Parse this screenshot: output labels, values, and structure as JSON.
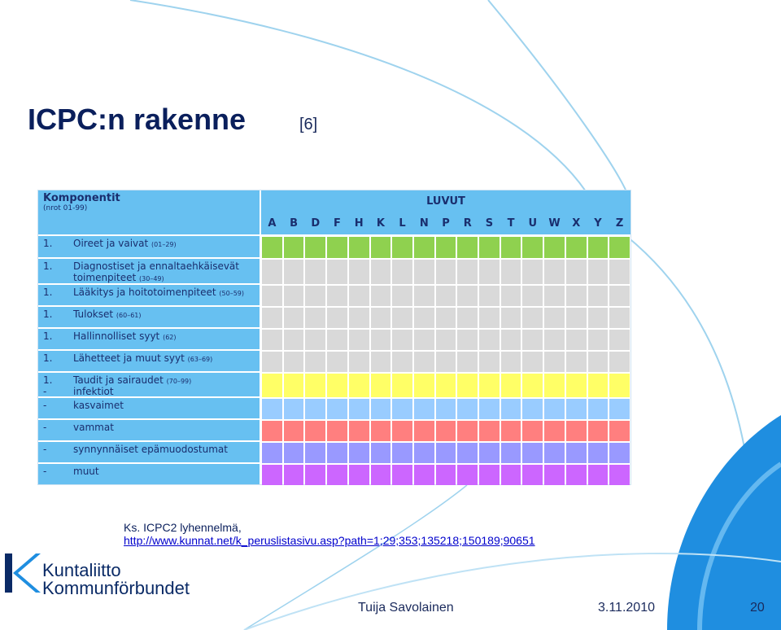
{
  "slide": {
    "title": "ICPC:n rakenne",
    "title_ref": "[6]"
  },
  "table": {
    "left_header_title": "Komponentit",
    "left_header_sub": "(nrot 01-99)",
    "right_header_title": "LUVUT",
    "letters": [
      "A",
      "B",
      "D",
      "F",
      "H",
      "K",
      "L",
      "N",
      "P",
      "R",
      "S",
      "T",
      "U",
      "W",
      "X",
      "Y",
      "Z"
    ],
    "rows": [
      {
        "num": "1.",
        "text": "Oireet ja vaivat",
        "range": "(01–29)",
        "color": "#8fd14f"
      },
      {
        "num": "1.",
        "text": "Diagnostiset ja ennaltaehkäisevät toimenpiteet",
        "range": "(30–49)",
        "color": "#d9d9d9"
      },
      {
        "num": "1.",
        "text": "Lääkitys ja hoitotoimenpiteet",
        "range": "(50–59)",
        "color": "#d9d9d9"
      },
      {
        "num": "1.",
        "text": "Tulokset",
        "range": "(60–61)",
        "color": "#d9d9d9"
      },
      {
        "num": "1.",
        "text": "Hallinnolliset syyt",
        "range": "(62)",
        "color": "#d9d9d9"
      },
      {
        "num": "1.",
        "text": "Lähetteet ja muut syyt",
        "range": "(63–69)",
        "color": "#d9d9d9"
      },
      {
        "num": "1.",
        "text": "Taudit ja sairaudet",
        "range": "(70–99)",
        "num2": "-",
        "text2": "infektiot",
        "color": "#ffff66"
      },
      {
        "num": "-",
        "text": "kasvaimet",
        "range": "",
        "color": "#99ccff"
      },
      {
        "num": "-",
        "text": "vammat",
        "range": "",
        "color": "#ff7f7f"
      },
      {
        "num": "-",
        "text": "synnynnäiset epämuodostumat",
        "range": "",
        "color": "#9999ff"
      },
      {
        "num": "-",
        "text": "muut",
        "range": "",
        "color": "#cc66ff"
      }
    ]
  },
  "caption": {
    "line1": "Ks. ICPC2 lyhennelmä,",
    "link": "http://www.kunnat.net/k_peruslistasivu.asp?path=1;29;353;135218;150189;90651"
  },
  "logo": {
    "line1": "Kuntaliitto",
    "line2": "Kommunförbundet"
  },
  "footer": {
    "author": "Tuija Savolainen",
    "date": "3.11.2010",
    "page": "20"
  },
  "colors": {
    "header_blue": "#67c0f1",
    "title_navy": "#0a1f5c"
  }
}
